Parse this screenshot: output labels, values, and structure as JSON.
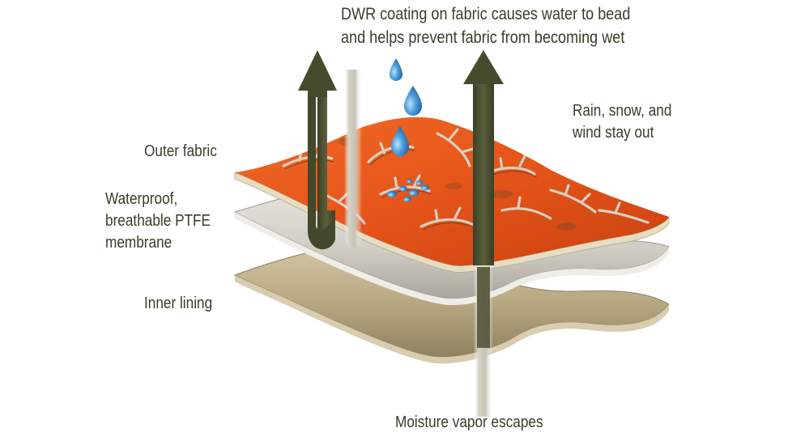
{
  "labels": {
    "dwr": [
      "DWR coating on fabric causes water to bead",
      "and helps prevent fabric from becoming wet"
    ],
    "rain": [
      "Rain, snow, and",
      "wind stay out"
    ],
    "outer_fabric": "Outer fabric",
    "membrane": [
      "Waterproof,",
      "breathable PTFE",
      "membrane"
    ],
    "inner_lining": "Inner lining",
    "vapor": "Moisture vapor escapes"
  },
  "colors": {
    "outer_fabric": "#e8561a",
    "membrane": "#cfccc2",
    "inner_lining": "#b8a986",
    "arrow": "#4a4e30",
    "water_drop": "#3b8fd0",
    "text": "#3d3b2a"
  },
  "icons": [
    "water-drop-icon",
    "vapor-arrow-icon"
  ]
}
